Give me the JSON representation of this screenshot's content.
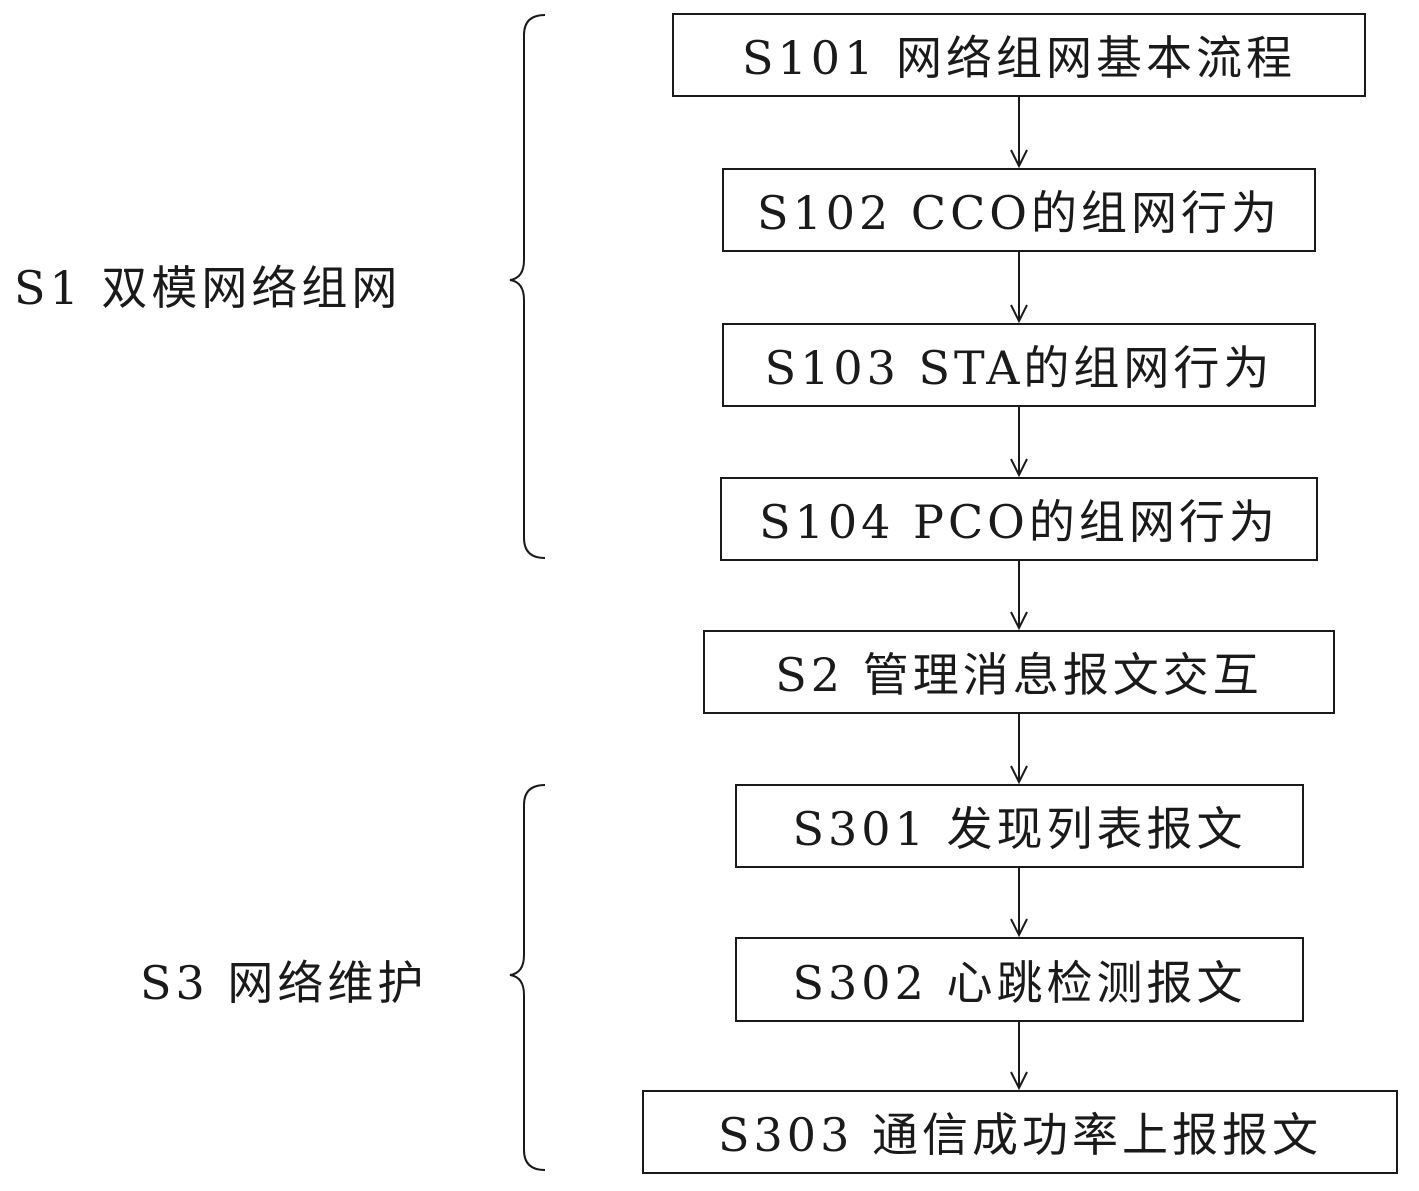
{
  "groups": {
    "s1": {
      "label": "S1 双模网络组网"
    },
    "s3": {
      "label": "S3 网络维护"
    }
  },
  "steps": {
    "s101": {
      "label": "S101 网络组网基本流程"
    },
    "s102": {
      "label": "S102 CCO的组网行为"
    },
    "s103": {
      "label": "S103 STA的组网行为"
    },
    "s104": {
      "label": "S104 PCO的组网行为"
    },
    "s2": {
      "label": "S2 管理消息报文交互"
    },
    "s301": {
      "label": "S301 发现列表报文"
    },
    "s302": {
      "label": "S302 心跳检测报文"
    },
    "s303": {
      "label": "S303 通信成功率上报报文"
    }
  }
}
